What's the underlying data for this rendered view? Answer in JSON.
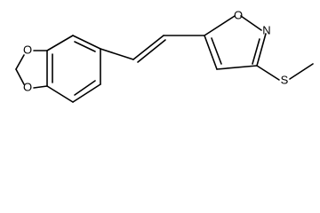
{
  "molecule": {
    "atom_labels": {
      "isoxazole_oxygen": "O",
      "isoxazole_nitrogen": "N",
      "sulfur": "S",
      "dioxole_oxygen_top": "O",
      "dioxole_oxygen_bottom": "O"
    },
    "colors": {
      "bond": "#000000",
      "label": "#000000",
      "background": "#ffffff"
    }
  }
}
